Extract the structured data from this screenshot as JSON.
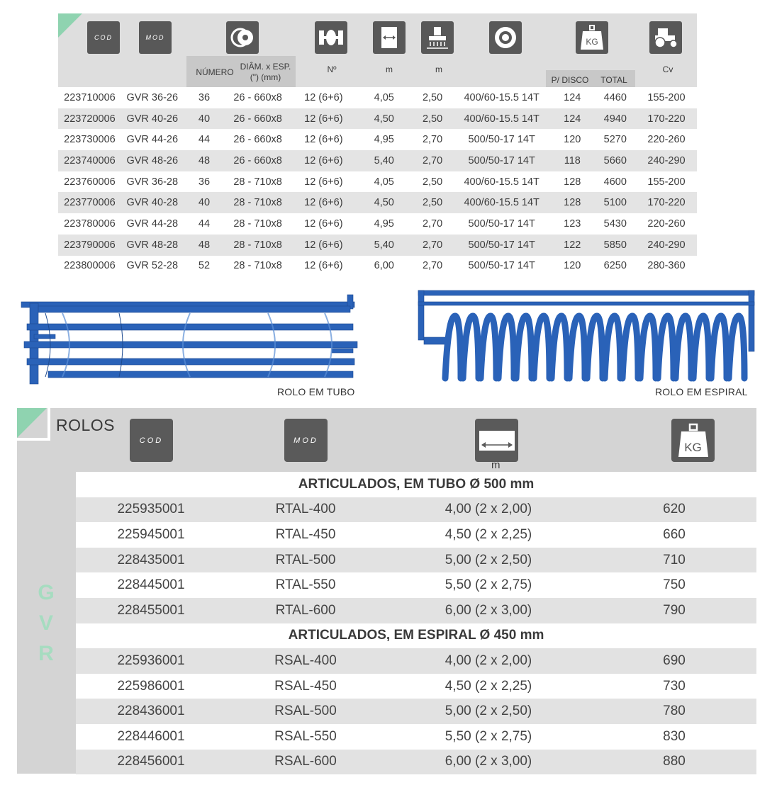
{
  "spec_table": {
    "icons": [
      "cod-badge-icon",
      "mod-badge-icon",
      "disc-icon",
      "hub-icon",
      "width-icon",
      "transport-icon",
      "tire-icon",
      "weight-icon",
      "tractor-icon"
    ],
    "badges": {
      "cod": "COD",
      "mod": "MOD",
      "kg": "KG"
    },
    "labels": {
      "numero": "NÚMERO",
      "diam_line1": "DIÂM. x ESP.",
      "diam_line2": "(\") (mm)",
      "n": "Nº",
      "m1": "m",
      "m2": "m",
      "p_disco": "P/ DISCO",
      "total": "TOTAL",
      "cv": "Cv"
    },
    "rows": [
      [
        "223710006",
        "GVR 36-26",
        "36",
        "26 - 660x8",
        "12 (6+6)",
        "4,05",
        "2,50",
        "400/60-15.5 14T",
        "124",
        "4460",
        "155-200"
      ],
      [
        "223720006",
        "GVR 40-26",
        "40",
        "26 - 660x8",
        "12 (6+6)",
        "4,50",
        "2,50",
        "400/60-15.5 14T",
        "124",
        "4940",
        "170-220"
      ],
      [
        "223730006",
        "GVR 44-26",
        "44",
        "26 - 660x8",
        "12 (6+6)",
        "4,95",
        "2,70",
        "500/50-17 14T",
        "120",
        "5270",
        "220-260"
      ],
      [
        "223740006",
        "GVR 48-26",
        "48",
        "26 - 660x8",
        "12 (6+6)",
        "5,40",
        "2,70",
        "500/50-17 14T",
        "118",
        "5660",
        "240-290"
      ],
      [
        "223760006",
        "GVR 36-28",
        "36",
        "28 - 710x8",
        "12 (6+6)",
        "4,05",
        "2,50",
        "400/60-15.5 14T",
        "128",
        "4600",
        "155-200"
      ],
      [
        "223770006",
        "GVR 40-28",
        "40",
        "28 - 710x8",
        "12 (6+6)",
        "4,50",
        "2,50",
        "400/60-15.5 14T",
        "128",
        "5100",
        "170-220"
      ],
      [
        "223780006",
        "GVR 44-28",
        "44",
        "28 - 710x8",
        "12 (6+6)",
        "4,95",
        "2,70",
        "500/50-17 14T",
        "123",
        "5430",
        "220-260"
      ],
      [
        "223790006",
        "GVR 48-28",
        "48",
        "28 - 710x8",
        "12 (6+6)",
        "5,40",
        "2,70",
        "500/50-17 14T",
        "122",
        "5850",
        "240-290"
      ],
      [
        "223800006",
        "GVR 52-28",
        "52",
        "28 - 710x8",
        "12 (6+6)",
        "6,00",
        "2,70",
        "500/50-17 14T",
        "120",
        "6250",
        "280-360"
      ]
    ]
  },
  "images": {
    "tubo_caption": "ROLO EM TUBO",
    "espiral_caption": "ROLO EM ESPIRAL",
    "roller_color": "#2a62b8"
  },
  "rolos": {
    "title": "ROLOS",
    "side_letters": [
      "G",
      "V",
      "R"
    ],
    "width_unit": "m",
    "badges": {
      "cod": "COD",
      "mod": "MOD",
      "kg": "KG"
    },
    "sections": [
      {
        "heading": "ARTICULADOS, EM TUBO Ø 500 mm",
        "rows": [
          [
            "225935001",
            "RTAL-400",
            "4,00 (2 x 2,00)",
            "620"
          ],
          [
            "225945001",
            "RTAL-450",
            "4,50 (2 x 2,25)",
            "660"
          ],
          [
            "228435001",
            "RTAL-500",
            "5,00 (2 x 2,50)",
            "710"
          ],
          [
            "228445001",
            "RTAL-550",
            "5,50 (2 x 2,75)",
            "750"
          ],
          [
            "228455001",
            "RTAL-600",
            "6,00 (2 x 3,00)",
            "790"
          ]
        ]
      },
      {
        "heading": "ARTICULADOS, EM ESPIRAL Ø 450 mm",
        "rows": [
          [
            "225936001",
            "RSAL-400",
            "4,00 (2 x 2,00)",
            "690"
          ],
          [
            "225986001",
            "RSAL-450",
            "4,50 (2 x 2,25)",
            "730"
          ],
          [
            "228436001",
            "RSAL-500",
            "5,00 (2 x 2,50)",
            "780"
          ],
          [
            "228446001",
            "RSAL-550",
            "5,50 (2 x 2,75)",
            "830"
          ],
          [
            "228456001",
            "RSAL-600",
            "6,00 (2 x 3,00)",
            "880"
          ]
        ]
      }
    ]
  },
  "colors": {
    "header_gray": "#dedede",
    "row_alt": "#e4e4e4",
    "icon_dark": "#585858",
    "accent_green": "#8fd3b0",
    "gvr_green": "#a6dcc0"
  }
}
